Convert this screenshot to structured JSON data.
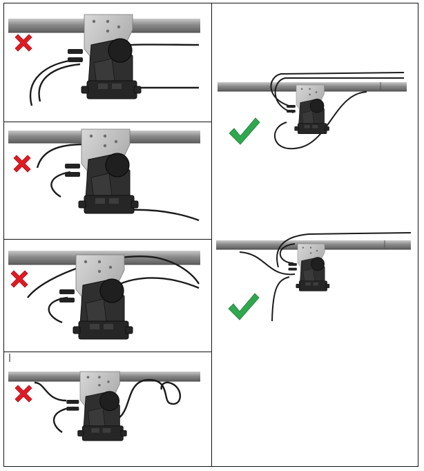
{
  "title": "",
  "colors": {
    "incorrect": "#e01b24",
    "correct": "#2fa84f",
    "rail": "#7d7d7d",
    "cable": "#1a1a1a",
    "bracket": "#b9b9b9",
    "housing": "#2b2b2b"
  },
  "panels": {
    "incorrect": [
      {
        "id": "1",
        "verdict": "incorrect",
        "icon": "cross-icon"
      },
      {
        "id": "2",
        "verdict": "incorrect",
        "icon": "cross-icon"
      },
      {
        "id": "3",
        "verdict": "incorrect",
        "icon": "cross-icon"
      },
      {
        "id": "4",
        "verdict": "incorrect",
        "icon": "cross-icon"
      }
    ],
    "correct": [
      {
        "id": "1",
        "verdict": "correct",
        "icon": "check-icon"
      },
      {
        "id": "2",
        "verdict": "correct",
        "icon": "check-icon"
      }
    ]
  }
}
